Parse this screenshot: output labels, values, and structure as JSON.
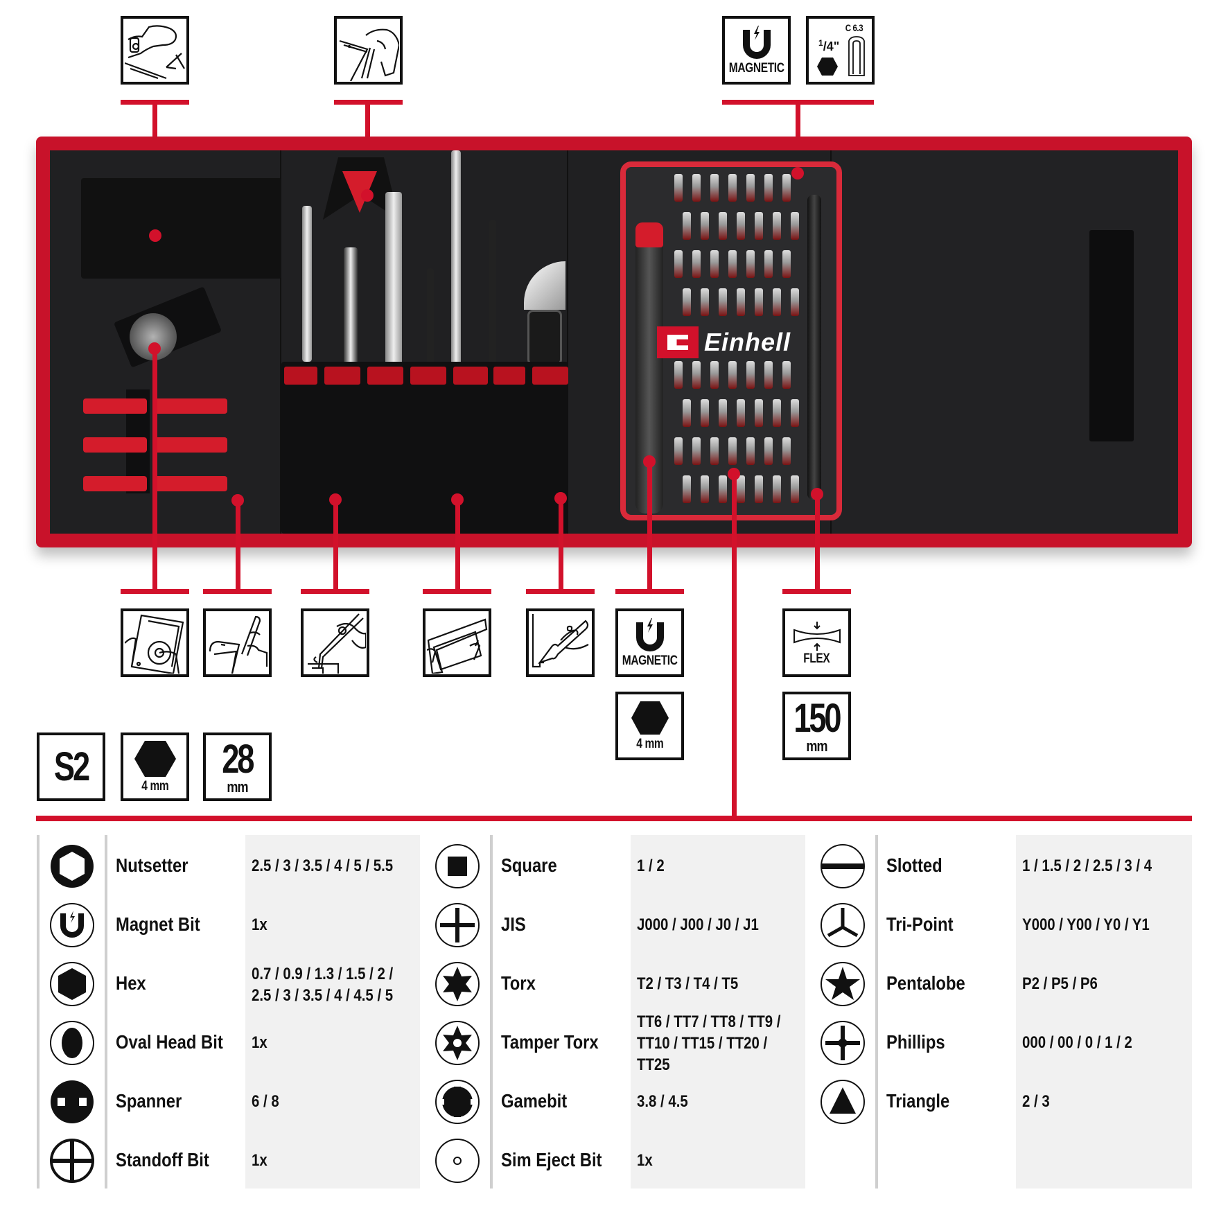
{
  "brand": {
    "name": "Einhell",
    "accent": "#d2112b",
    "table_bg": "#f1f1f1"
  },
  "top_callouts": [
    {
      "id": "soldering-pouch",
      "icon": "hand-with-soldering-tool-icon"
    },
    {
      "id": "spudger-pick",
      "icon": "hand-prying-phone-icon"
    },
    {
      "id": "magnetic-case",
      "icon": "magnet-icon",
      "label": "MAGNETIC"
    },
    {
      "id": "bit-holder-spec",
      "icon": "hex-bit-icon",
      "fraction": "1/4\"",
      "fraction_num": "1",
      "fraction_den": "4\"",
      "standard": "C 6.3"
    }
  ],
  "bottom_callouts": [
    {
      "id": "suction-cup",
      "icon": "suction-cup-on-phone-icon"
    },
    {
      "id": "opening-picks",
      "icon": "pry-phone-frame-icon"
    },
    {
      "id": "tweezers",
      "icon": "tweezers-on-chip-icon"
    },
    {
      "id": "spatula",
      "icon": "screen-pry-icon"
    },
    {
      "id": "opening-knife",
      "icon": "knife-opening-icon"
    },
    {
      "id": "magnetic-driver",
      "icon": "magnet-icon",
      "label": "MAGNETIC"
    },
    {
      "id": "flex-shaft",
      "icon": "flex-icon",
      "label": "FLEX"
    }
  ],
  "specs": {
    "hex_driver": {
      "value": "4 mm"
    },
    "flex_length": {
      "value": "150",
      "unit": "mm"
    },
    "material": {
      "value": "S2"
    },
    "bit_hex": {
      "value": "4 mm"
    },
    "bit_length": {
      "value": "28",
      "unit": "mm"
    }
  },
  "case_logo": "Einhell",
  "bit_table": {
    "columns": [
      {
        "rows": [
          {
            "icon": "nutsetter-icon",
            "name": "Nutsetter",
            "values": "2.5 / 3 / 3.5 / 4 / 5 / 5.5"
          },
          {
            "icon": "magnet-bit-icon",
            "name": "Magnet Bit",
            "values": "1x"
          },
          {
            "icon": "hex-icon",
            "name": "Hex",
            "values": "0.7 / 0.9 / 1.3 / 1.5 / 2 /",
            "values2": "2.5 / 3 / 3.5 / 4 / 4.5 / 5"
          },
          {
            "icon": "oval-head-icon",
            "name": "Oval Head Bit",
            "values": "1x"
          },
          {
            "icon": "spanner-icon",
            "name": "Spanner",
            "values": "6 / 8"
          },
          {
            "icon": "standoff-icon",
            "name": "Standoff Bit",
            "values": "1x"
          }
        ]
      },
      {
        "rows": [
          {
            "icon": "square-icon",
            "name": "Square",
            "values": "1 / 2"
          },
          {
            "icon": "jis-icon",
            "name": "JIS",
            "values": "J000 / J00 / J0 / J1"
          },
          {
            "icon": "torx-icon",
            "name": "Torx",
            "values": "T2 / T3 / T4 / T5"
          },
          {
            "icon": "tamper-torx-icon",
            "name": "Tamper Torx",
            "values": "TT6 / TT7 / TT8 / TT9 /",
            "values2": "TT10 / TT15 / TT20 /",
            "values3": "TT25"
          },
          {
            "icon": "gamebit-icon",
            "name": "Gamebit",
            "values": "3.8 / 4.5"
          },
          {
            "icon": "sim-eject-icon",
            "name": "Sim Eject Bit",
            "values": "1x"
          }
        ]
      },
      {
        "rows": [
          {
            "icon": "slotted-icon",
            "name": "Slotted",
            "values": "1 / 1.5 / 2 / 2.5 / 3 / 4"
          },
          {
            "icon": "tri-point-icon",
            "name": "Tri-Point",
            "values": "Y000 / Y00 / Y0 / Y1"
          },
          {
            "icon": "pentalobe-icon",
            "name": "Pentalobe",
            "values": "P2 / P5 / P6"
          },
          {
            "icon": "phillips-icon",
            "name": "Phillips",
            "values": "000 / 00 / 0 / 1 / 2"
          },
          {
            "icon": "triangle-icon",
            "name": "Triangle",
            "values": "2 / 3"
          }
        ]
      }
    ]
  }
}
